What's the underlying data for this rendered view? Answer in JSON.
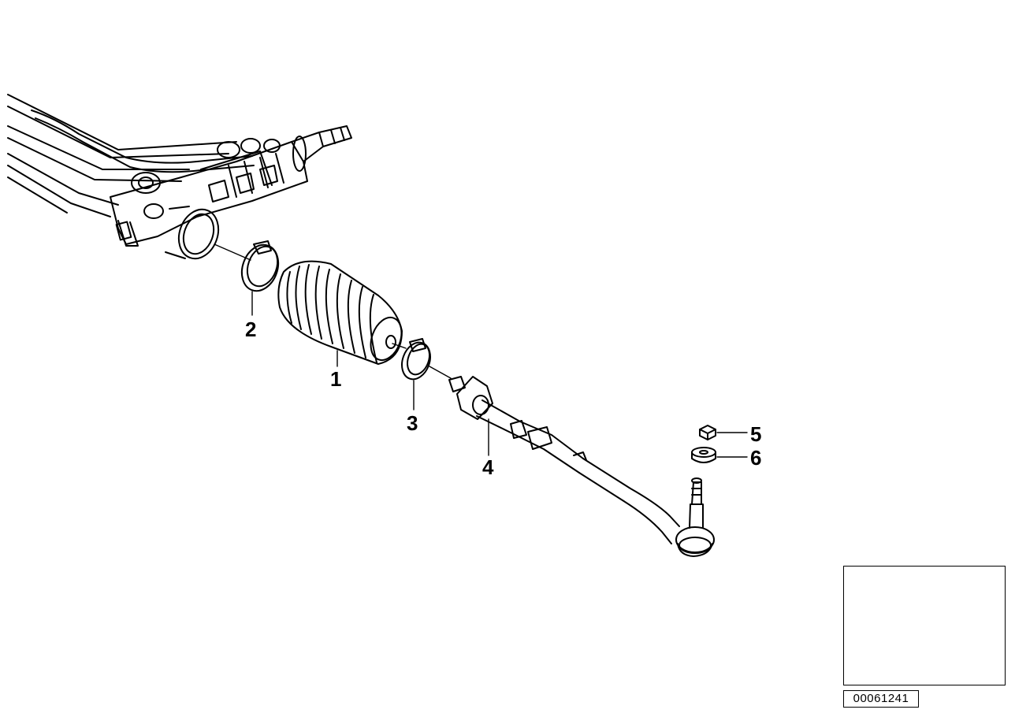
{
  "diagram": {
    "id_label": "00061241",
    "callouts": [
      {
        "part": "bellows",
        "label": "1"
      },
      {
        "part": "clamp-outer",
        "label": "2"
      },
      {
        "part": "clamp-inner",
        "label": "3"
      },
      {
        "part": "tie-rod",
        "label": "4"
      },
      {
        "part": "nut",
        "label": "5"
      },
      {
        "part": "washer",
        "label": "6"
      }
    ]
  },
  "colors": {
    "line": "#000000",
    "background": "#ffffff",
    "marker": "#000000"
  }
}
